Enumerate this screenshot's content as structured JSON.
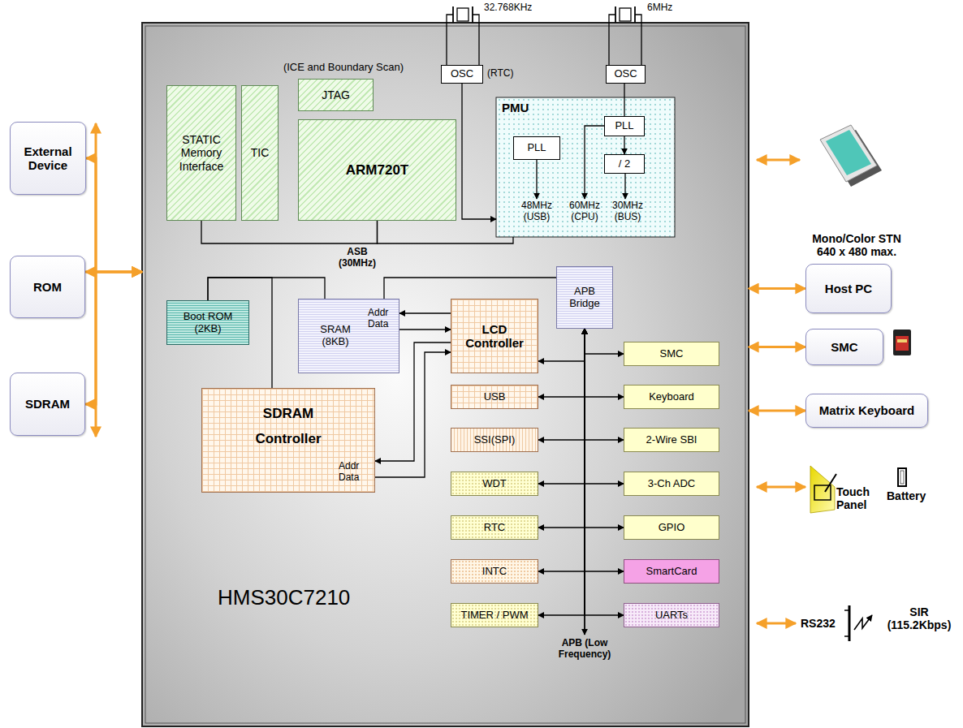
{
  "diagram": {
    "nodes": [
      {
        "text": [
          "External Device"
        ]
      },
      {
        "text": [
          "ROM"
        ]
      },
      {
        "text": [
          "SDRAM"
        ]
      },
      {
        "text": [
          "HMS30C7210"
        ]
      },
      {
        "text": [
          "JTAG"
        ],
        "in": 3
      },
      {
        "text": [
          "STATIC Memory Interface"
        ],
        "in": 3
      },
      {
        "text": [
          "TIC"
        ],
        "in": 3
      },
      {
        "text": [
          "ARM720T"
        ],
        "in": 3
      },
      {
        "text": [
          "OSC"
        ],
        "in": 3
      },
      {
        "text": [
          "OSC"
        ],
        "in": 3
      },
      {
        "text": [
          "PMU"
        ],
        "in": 3
      },
      {
        "text": [
          "PLL"
        ],
        "in": 10
      },
      {
        "text": [
          "PLL"
        ],
        "in": 10
      },
      {
        "text": [
          "/ 2"
        ],
        "in": 10
      },
      {
        "text": [
          "Boot ROM (2KB)"
        ],
        "in": 3
      },
      {
        "text": [
          "SRAM (8KB)",
          "Addr Data"
        ],
        "in": 3
      },
      {
        "text": [
          "LCD Controller"
        ],
        "in": 3
      },
      {
        "text": [
          "APB Bridge"
        ],
        "in": 3
      },
      {
        "text": [
          "SDRAM Controller",
          "Addr Data"
        ],
        "in": 3
      },
      {
        "text": [
          "USB"
        ],
        "in": 3
      },
      {
        "text": [
          "SSI(SPI)"
        ],
        "in": 3
      },
      {
        "text": [
          "WDT"
        ],
        "in": 3
      },
      {
        "text": [
          "RTC"
        ],
        "in": 3
      },
      {
        "text": [
          "INTC"
        ],
        "in": 3
      },
      {
        "text": [
          "TIMER / PWM"
        ],
        "in": 3
      },
      {
        "text": [
          "SMC"
        ],
        "in": 3
      },
      {
        "text": [
          "Keyboard"
        ],
        "in": 3
      },
      {
        "text": [
          "2-Wire SBI"
        ],
        "in": 3
      },
      {
        "text": [
          "3-Ch ADC"
        ],
        "in": 3
      },
      {
        "text": [
          "GPIO"
        ],
        "in": 3
      },
      {
        "text": [
          "SmartCard"
        ],
        "in": 3
      },
      {
        "text": [
          "UARTs"
        ],
        "in": 3
      },
      {
        "text": [
          "Host PC"
        ]
      },
      {
        "text": [
          "SMC"
        ]
      },
      {
        "text": [
          "Matrix Keyboard"
        ]
      }
    ],
    "edges": [
      {
        "from": 0,
        "to": 3,
        "arrow": "both"
      },
      {
        "from": 1,
        "to": 3,
        "arrow": "both"
      },
      {
        "from": 2,
        "to": 3,
        "arrow": "both"
      },
      {
        "from": 3,
        "to": 32,
        "arrow": "both"
      },
      {
        "from": 3,
        "to": 33,
        "arrow": "both"
      },
      {
        "from": 3,
        "to": 34,
        "arrow": "both"
      },
      {
        "from": 5,
        "to": 7,
        "arrow": "none"
      },
      {
        "from": 7,
        "to": 10,
        "arrow": "none"
      },
      {
        "from": 8,
        "to": 10,
        "arrow": "to"
      },
      {
        "from": 9,
        "to": 12,
        "arrow": "none"
      },
      {
        "from": 12,
        "to": 13,
        "arrow": "to"
      },
      {
        "from": 14,
        "to": 18,
        "arrow": "none"
      },
      {
        "from": 14,
        "to": 15,
        "arrow": "none"
      },
      {
        "from": 15,
        "to": 17,
        "arrow": "none"
      },
      {
        "from": 16,
        "to": 15,
        "arrow": "to"
      },
      {
        "from": 15,
        "to": 16,
        "arrow": "to"
      },
      {
        "from": 16,
        "to": 18,
        "arrow": "to"
      },
      {
        "from": 18,
        "to": 16,
        "arrow": "to"
      },
      {
        "from": 17,
        "to": 16,
        "arrow": "both"
      },
      {
        "from": 17,
        "to": 19,
        "arrow": "both"
      },
      {
        "from": 17,
        "to": 20,
        "arrow": "both"
      },
      {
        "from": 17,
        "to": 21,
        "arrow": "both"
      },
      {
        "from": 17,
        "to": 22,
        "arrow": "both"
      },
      {
        "from": 17,
        "to": 23,
        "arrow": "both"
      },
      {
        "from": 17,
        "to": 24,
        "arrow": "both"
      },
      {
        "from": 17,
        "to": 25,
        "arrow": "both"
      },
      {
        "from": 17,
        "to": 26,
        "arrow": "both"
      },
      {
        "from": 17,
        "to": 27,
        "arrow": "both"
      },
      {
        "from": 17,
        "to": 28,
        "arrow": "both"
      },
      {
        "from": 17,
        "to": 29,
        "arrow": "both"
      },
      {
        "from": 17,
        "to": 30,
        "arrow": "both"
      },
      {
        "from": 17,
        "to": 31,
        "arrow": "both"
      }
    ],
    "labels": [
      "32.768KHz",
      "6MHz",
      "(ICE and Boundary Scan)",
      "(RTC)",
      "48MHz (USB)",
      "60MHz (CPU)",
      "30MHz (BUS)",
      "ASB (30MHz)",
      "APB (Low Frequency)",
      "Mono/Color STN 640 x 480 max.",
      "Touch Panel",
      "Battery",
      "RS232",
      "SIR (115.2Kbps)"
    ]
  }
}
